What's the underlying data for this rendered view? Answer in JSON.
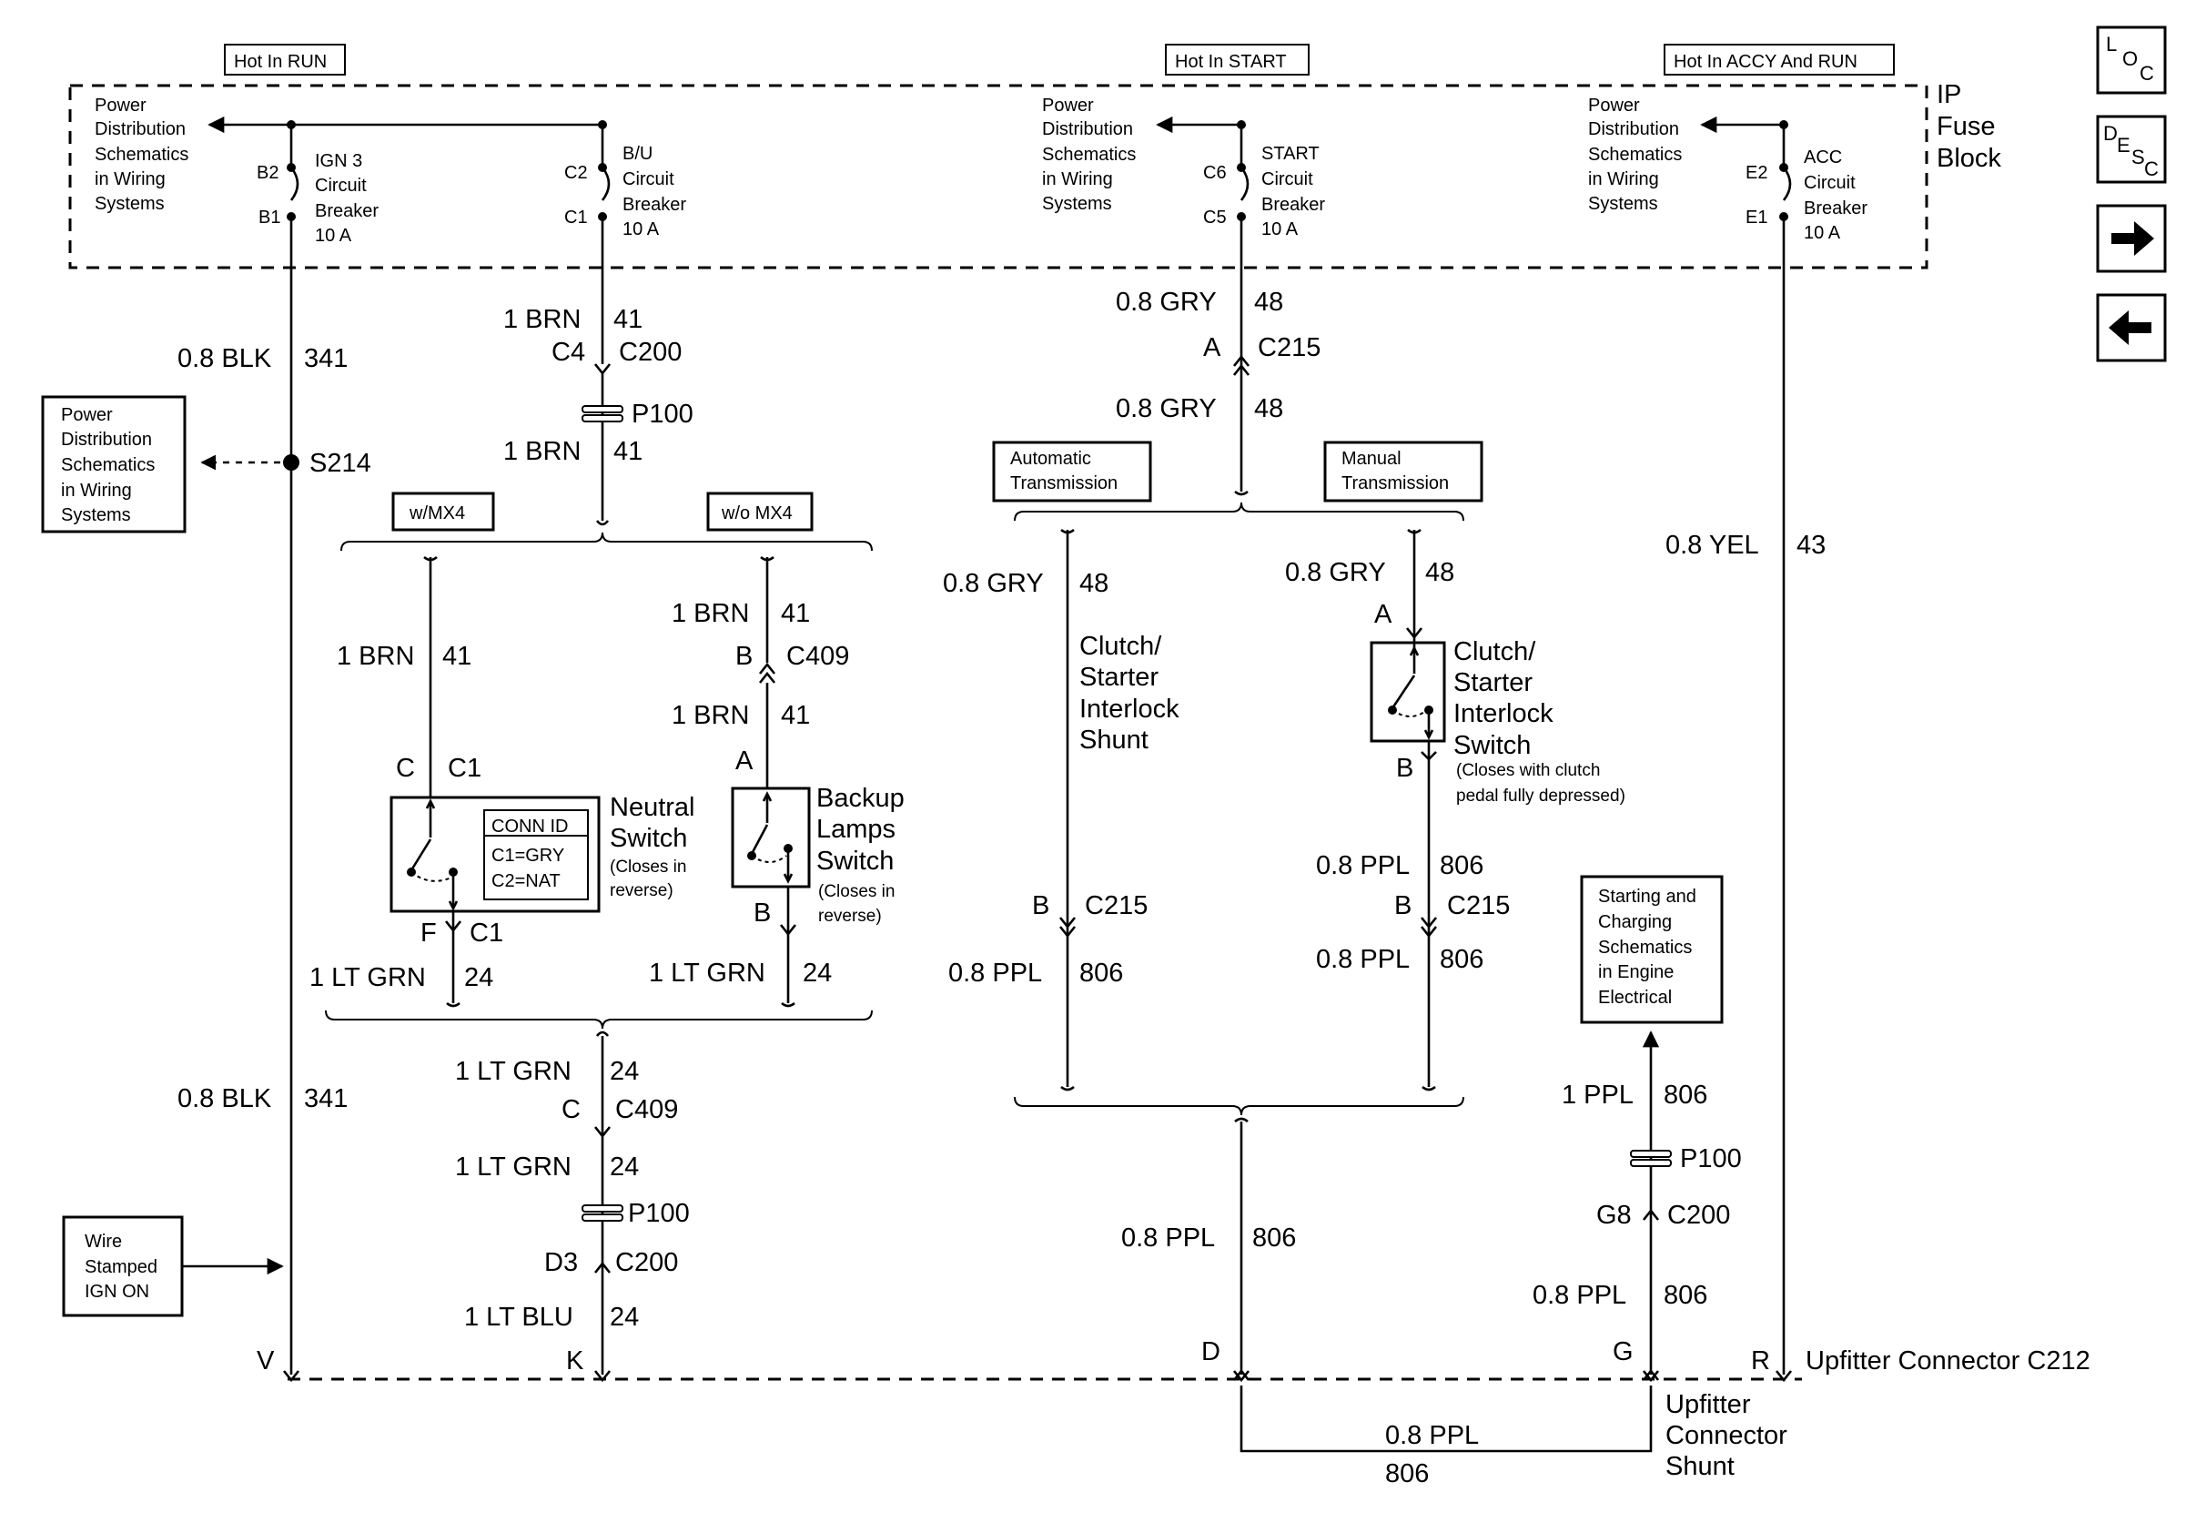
{
  "header_labels": {
    "hot_in_run": "Hot In RUN",
    "hot_in_start": "Hot In START",
    "hot_in_accy_run": "Hot In ACCY And RUN"
  },
  "fuse_block": {
    "label_line1": "IP",
    "label_line2": "Fuse",
    "label_line3": "Block",
    "pd_left": [
      "Power",
      "Distribution",
      "Schematics",
      "in Wiring",
      "Systems"
    ],
    "pd_mid": [
      "Power",
      "Distribution",
      "Schematics",
      "in Wiring",
      "Systems"
    ],
    "pd_right": [
      "Power",
      "Distribution",
      "Schematics",
      "in Wiring",
      "Systems"
    ],
    "ign3": {
      "lines": [
        "IGN 3",
        "Circuit",
        "Breaker",
        "10 A"
      ],
      "top": "B2",
      "bottom": "B1"
    },
    "bu": {
      "lines": [
        "B/U",
        "Circuit",
        "Breaker",
        "10 A"
      ],
      "top": "C2",
      "bottom": "C1"
    },
    "start": {
      "lines": [
        "START",
        "Circuit",
        "Breaker",
        "10 A"
      ],
      "top": "C6",
      "bottom": "C5"
    },
    "acc": {
      "lines": [
        "ACC",
        "Circuit",
        "Breaker",
        "10 A"
      ],
      "top": "E2",
      "bottom": "E1"
    }
  },
  "ign_branch": {
    "wire_top": {
      "color": "0.8 BLK",
      "circuit": "341"
    },
    "splice": "S214",
    "pd_box": [
      "Power",
      "Distribution",
      "Schematics",
      "in Wiring",
      "Systems"
    ],
    "wire_bottom": {
      "color": "0.8 BLK",
      "circuit": "341"
    },
    "wire_stamped": [
      "Wire",
      "Stamped",
      "IGN ON"
    ],
    "pin": "V"
  },
  "backup_branch": {
    "w1": {
      "color": "1 BRN",
      "circuit": "41"
    },
    "c4_pin": "C4",
    "c200": "C200",
    "p100": "P100",
    "w2": {
      "color": "1 BRN",
      "circuit": "41"
    },
    "with_mx4": "w/MX4",
    "without_mx4": "w/o MX4",
    "w3": {
      "color": "1 BRN",
      "circuit": "41"
    },
    "w4": {
      "color": "1 BRN",
      "circuit": "41"
    },
    "c409_pin_b": "B",
    "c409": "C409",
    "w5": {
      "color": "1 BRN",
      "circuit": "41"
    },
    "backup_pin_a": "A",
    "neutral_top_pin": "C",
    "neutral_top_conn": "C1",
    "neutral_switch": [
      "Neutral",
      "Switch"
    ],
    "neutral_note": [
      "(Closes in",
      "reverse)"
    ],
    "conn_id": {
      "title": "CONN ID",
      "c1": "C1=GRY",
      "c2": "C2=NAT"
    },
    "neutral_bot_pin": "F",
    "neutral_bot_conn": "C1",
    "backup_switch": [
      "Backup",
      "Lamps",
      "Switch"
    ],
    "backup_note": [
      "(Closes in",
      "reverse)"
    ],
    "backup_bot_pin": "B",
    "w6": {
      "color": "1 LT GRN",
      "circuit": "24"
    },
    "w7": {
      "color": "1 LT GRN",
      "circuit": "24"
    },
    "w8": {
      "color": "1 LT GRN",
      "circuit": "24"
    },
    "c409b_pin": "C",
    "c409b": "C409",
    "w9": {
      "color": "1 LT GRN",
      "circuit": "24"
    },
    "p100b": "P100",
    "d3_pin": "D3",
    "c200b": "C200",
    "w10": {
      "color": "1 LT BLU",
      "circuit": "24"
    },
    "pin": "K"
  },
  "start_branch": {
    "w1": {
      "color": "0.8 GRY",
      "circuit": "48"
    },
    "c215_pin": "A",
    "c215": "C215",
    "w2": {
      "color": "0.8 GRY",
      "circuit": "48"
    },
    "auto_trans": [
      "Automatic",
      "Transmission"
    ],
    "manual_trans": [
      "Manual",
      "Transmission"
    ],
    "w3": {
      "color": "0.8 GRY",
      "circuit": "48"
    },
    "w4": {
      "color": "0.8 GRY",
      "circuit": "48"
    },
    "shunt": [
      "Clutch/",
      "Starter",
      "Interlock",
      "Shunt"
    ],
    "switch_pin_a": "A",
    "switch": [
      "Clutch/",
      "Starter",
      "Interlock",
      "Switch"
    ],
    "switch_pin_b": "B",
    "switch_note": [
      "(Closes with clutch",
      "pedal fully depressed)"
    ],
    "w5": {
      "color": "0.8 PPL",
      "circuit": "806"
    },
    "c215b_pin_left": "B",
    "c215b_left": "C215",
    "c215b_pin_right": "B",
    "c215b_right": "C215",
    "w6": {
      "color": "0.8 PPL",
      "circuit": "806"
    },
    "w7": {
      "color": "0.8 PPL",
      "circuit": "806"
    },
    "w8": {
      "color": "0.8 PPL",
      "circuit": "806"
    },
    "pin": "D"
  },
  "upfitter_branch": {
    "starting_box": [
      "Starting and",
      "Charging",
      "Schematics",
      "in Engine",
      "Electrical"
    ],
    "w1": {
      "color": "1 PPL",
      "circuit": "806"
    },
    "p100": "P100",
    "g8_pin": "G8",
    "c200": "C200",
    "w2": {
      "color": "0.8 PPL",
      "circuit": "806"
    },
    "pin": "G",
    "shunt_wire": {
      "color": "0.8 PPL",
      "circuit": "806"
    },
    "shunt_label": [
      "Upfitter",
      "Connector",
      "Shunt"
    ]
  },
  "acc_branch": {
    "wire": {
      "color": "0.8 YEL",
      "circuit": "43"
    },
    "pin": "R"
  },
  "connector_c212": "Upfitter Connector C212",
  "nav": {
    "loc": {
      "l": "L",
      "o": "O",
      "c": "C"
    },
    "desc": {
      "d": "D",
      "e": "E",
      "s": "S",
      "c": "C"
    },
    "next": "→",
    "prev": "←"
  }
}
